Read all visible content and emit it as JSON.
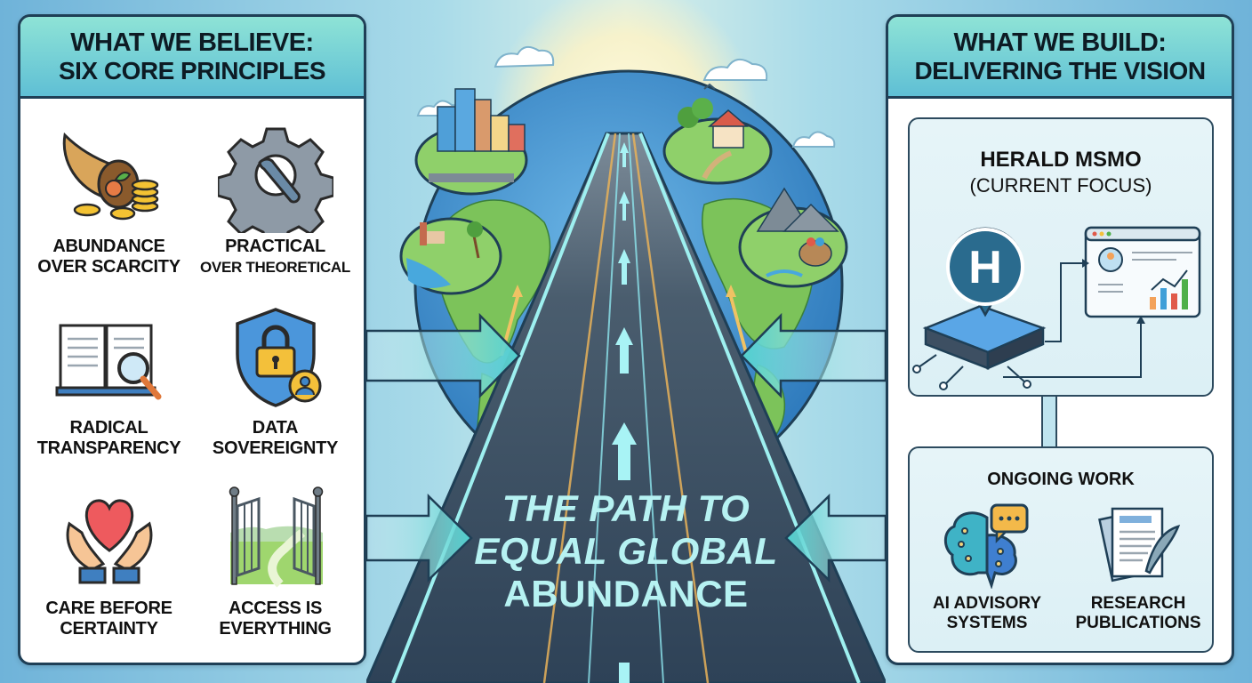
{
  "left_panel": {
    "title_line1": "WHAT WE BELIEVE:",
    "title_line2": "SIX CORE PRINCIPLES",
    "principles": [
      {
        "line1": "ABUNDANCE",
        "line2": "OVER SCARCITY",
        "icon": "cornucopia-icon"
      },
      {
        "line1": "PRACTICAL",
        "line2": "OVER THEORETICAL",
        "icon": "gear-wrench-icon"
      },
      {
        "line1": "RADICAL",
        "line2": "TRANSPARENCY",
        "icon": "book-magnifier-icon"
      },
      {
        "line1": "DATA",
        "line2": "SOVEREIGNTY",
        "icon": "shield-lock-icon"
      },
      {
        "line1": "CARE BEFORE",
        "line2": "CERTAINTY",
        "icon": "hands-heart-icon"
      },
      {
        "line1": "ACCESS IS",
        "line2": "EVERYTHING",
        "icon": "open-gate-icon"
      }
    ]
  },
  "right_panel": {
    "title_line1": "WHAT WE BUILD:",
    "title_line2": "DELIVERING THE VISION",
    "focus": {
      "title": "HERALD MSMO",
      "subtitle": "(CURRENT FOCUS)",
      "logo_letter": "H"
    },
    "ongoing": {
      "title": "ONGOING WORK",
      "items": [
        {
          "line1": "AI ADVISORY",
          "line2": "SYSTEMS",
          "icon": "brain-chat-icon"
        },
        {
          "line1": "RESEARCH",
          "line2": "PUBLICATIONS",
          "icon": "documents-quill-icon"
        }
      ]
    }
  },
  "center": {
    "title_line1": "THE PATH TO",
    "title_line2": "EQUAL GLOBAL",
    "title_line3": "ABUNDANCE",
    "scenes": [
      "city-scene",
      "farm-scene",
      "coast-scene",
      "mountain-harvest-scene"
    ]
  },
  "colors": {
    "header_gradient_top": "#8ee3d6",
    "header_gradient_bottom": "#5fbfd5",
    "road": "#34495e",
    "road_text": "#b6f2f2",
    "globe_ocean": "#3f8fd0",
    "globe_land": "#7cc35a",
    "border": "#1f3f56"
  }
}
